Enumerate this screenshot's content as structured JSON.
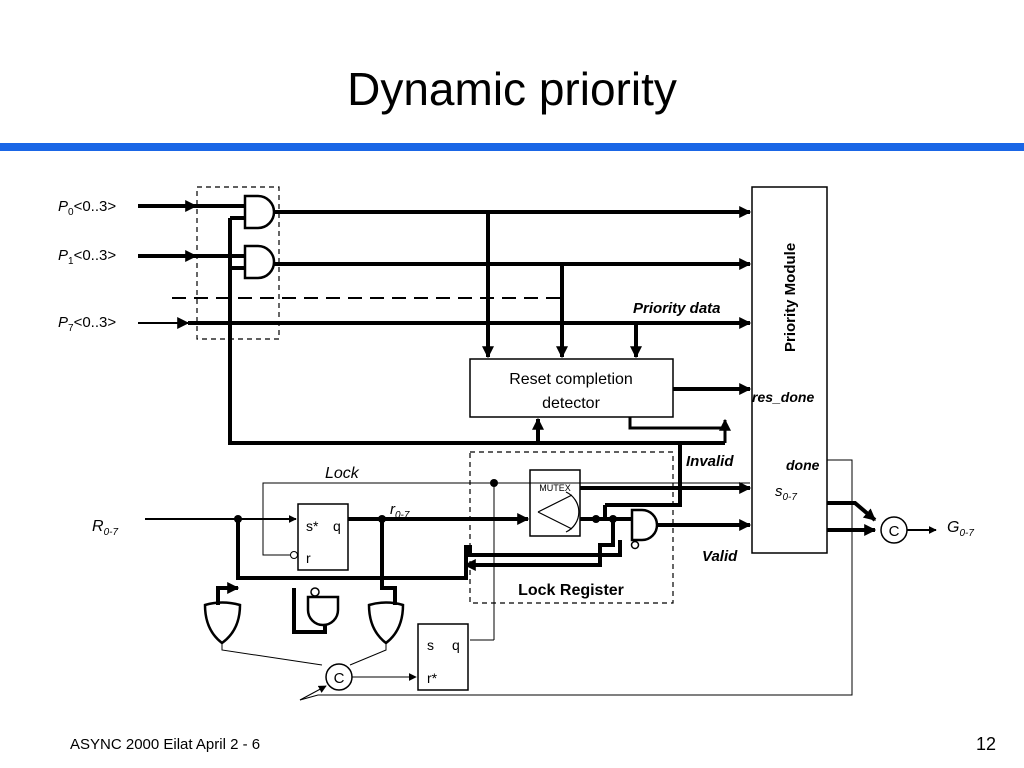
{
  "slide": {
    "title": "Dynamic priority",
    "footer": "ASYNC 2000 Eilat April 2 - 6",
    "page_number": "12"
  },
  "inputs": {
    "p0": {
      "base": "P",
      "sub": "0",
      "tail": "<0..3>"
    },
    "p1": {
      "base": "P",
      "sub": "1",
      "tail": "<0..3>"
    },
    "p7": {
      "base": "P",
      "sub": "7",
      "tail": "<0..3>"
    },
    "r": {
      "base": "R",
      "sub": "0-7"
    }
  },
  "blocks": {
    "priority_module": "Priority Module",
    "reset_detector_line1": "Reset completion",
    "reset_detector_line2": "detector",
    "mutex": "MUTEX",
    "lock_register": "Lock Register",
    "c_element": "C",
    "sr_top": {
      "s": "s*",
      "q": "q",
      "r": "r"
    },
    "sr_bottom": {
      "s": "s",
      "q": "q",
      "r": "r*"
    }
  },
  "signals": {
    "priority_data": "Priority data",
    "res_done": "res_done",
    "invalid": "Invalid",
    "valid": "Valid",
    "done": "done",
    "lock": "Lock",
    "r_out": {
      "base": "r",
      "sub": "0-7"
    },
    "s_out": {
      "base": "s",
      "sub": "0-7"
    },
    "g_out": {
      "base": "G",
      "sub": "0-7"
    }
  },
  "colors": {
    "priority_data": "#1010c0",
    "invalid": "#e0103a",
    "valid": "#10b010",
    "title_rule": "#1a66e6"
  }
}
